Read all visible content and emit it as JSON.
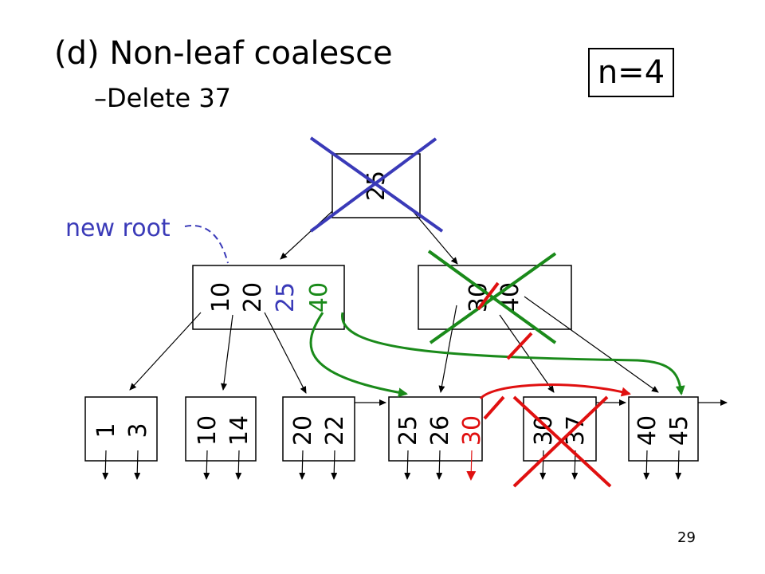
{
  "title": "(d) Non-leaf coalesce",
  "subtitle": "–Delete 37",
  "order_label": "n=4",
  "new_root_label": "new root",
  "page_number": "29",
  "colors": {
    "black": "#000000",
    "blue": "#3a3ab8",
    "green": "#1a8a1a",
    "red": "#e01010"
  },
  "tree": {
    "old_root": {
      "keys": [
        "25"
      ]
    },
    "new_root": {
      "keys": [
        {
          "text": "10",
          "color": "black"
        },
        {
          "text": "20",
          "color": "black"
        },
        {
          "text": "25",
          "color": "blue"
        },
        {
          "text": "40",
          "color": "green"
        }
      ]
    },
    "right_internal": {
      "keys": [
        {
          "text": "30",
          "color": "black"
        },
        {
          "text": "40",
          "color": "black"
        }
      ]
    },
    "leaves": [
      {
        "keys": [
          {
            "text": "1",
            "color": "black"
          },
          {
            "text": "3",
            "color": "black"
          }
        ]
      },
      {
        "keys": [
          {
            "text": "10",
            "color": "black"
          },
          {
            "text": "14",
            "color": "black"
          }
        ]
      },
      {
        "keys": [
          {
            "text": "20",
            "color": "black"
          },
          {
            "text": "22",
            "color": "black"
          }
        ]
      },
      {
        "keys": [
          {
            "text": "25",
            "color": "black"
          },
          {
            "text": "26",
            "color": "black"
          },
          {
            "text": "30",
            "color": "red"
          }
        ]
      },
      {
        "keys": [
          {
            "text": "30",
            "color": "black"
          },
          {
            "text": "37",
            "color": "black"
          }
        ]
      },
      {
        "keys": [
          {
            "text": "40",
            "color": "black"
          },
          {
            "text": "45",
            "color": "black"
          }
        ]
      }
    ]
  }
}
